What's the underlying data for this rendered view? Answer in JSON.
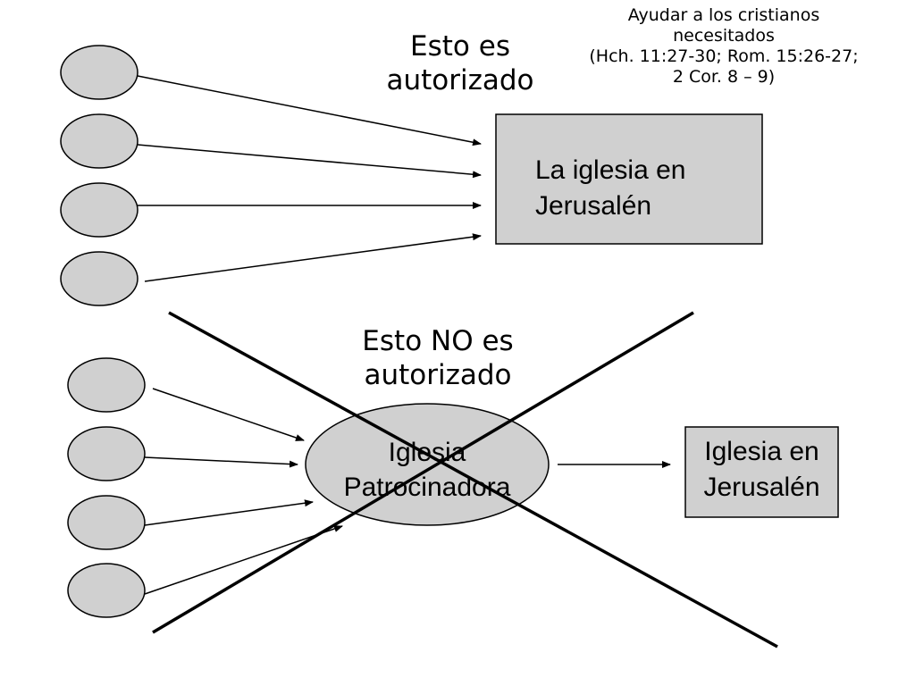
{
  "top": {
    "title_lines": [
      "Esto es",
      "autorizado"
    ],
    "reference_lines": [
      "Ayudar a los cristianos",
      "necesitados",
      "(Hch. 11:27-30;  Rom. 15:26-27;",
      "2 Cor. 8 – 9)"
    ],
    "church_box_lines": [
      "La iglesia en",
      "Jerusalén"
    ]
  },
  "bottom": {
    "title_lines": [
      "Esto NO es",
      "autorizado"
    ],
    "sponsor_lines": [
      "Iglesia",
      "Patrocinadora"
    ],
    "church_box_lines": [
      "Iglesia en",
      "Jerusalén"
    ]
  },
  "colors": {
    "shape_fill": "#d0d0d0",
    "stroke": "#000000",
    "background": "#ffffff"
  }
}
